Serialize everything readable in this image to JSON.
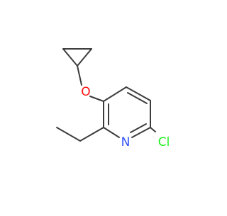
{
  "molecule": {
    "atoms": {
      "oxygen": {
        "label": "O",
        "color": "#ff0d0d"
      },
      "nitrogen": {
        "label": "N",
        "color": "#3050f8"
      },
      "chlorine": {
        "label": "Cl",
        "color": "#1ff01f"
      }
    },
    "bond_color": "#3c3c3c"
  }
}
